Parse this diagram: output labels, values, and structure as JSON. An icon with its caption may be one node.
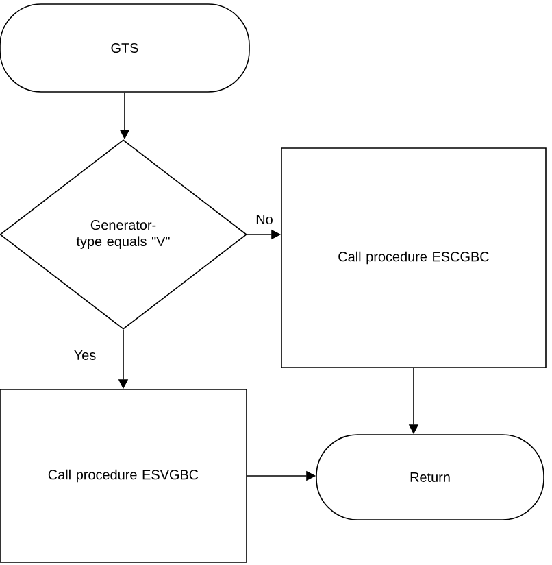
{
  "diagram": {
    "nodes": [
      {
        "text": [
          "GTS"
        ]
      },
      {
        "text": [
          "Generator-type equals \"V\""
        ]
      },
      {
        "text": [
          "Call procedure ESCGBC"
        ]
      },
      {
        "text": [
          "Call procedure ESVGBC"
        ]
      },
      {
        "text": [
          "Return"
        ]
      }
    ],
    "edges": [
      {
        "from": 0,
        "to": 1,
        "arrow": "to"
      },
      {
        "from": 1,
        "to": 2,
        "arrow": "to",
        "label": "No"
      },
      {
        "from": 1,
        "to": 3,
        "arrow": "to",
        "label": "Yes"
      },
      {
        "from": 2,
        "to": 4,
        "arrow": "to"
      },
      {
        "from": 3,
        "to": 4,
        "arrow": "to"
      }
    ]
  }
}
